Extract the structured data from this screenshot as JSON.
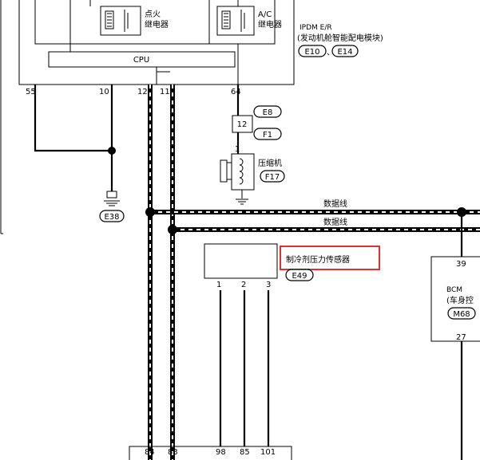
{
  "ipdm": {
    "title": "IPDM E/R",
    "subtitle": "(发动机舱智能配电模块)",
    "connectors": [
      "E10",
      "E14"
    ],
    "connector_sep": "、",
    "cpu_label": "CPU",
    "relays": [
      {
        "line1": "点火",
        "line2": "继电器"
      },
      {
        "line1": "A/C",
        "line2": "继电器"
      }
    ],
    "pins": [
      "55",
      "10",
      "12",
      "11",
      "64"
    ]
  },
  "ground": {
    "connector": "E38"
  },
  "fuse": {
    "pin": "12",
    "connectors": [
      "E8",
      "F1"
    ]
  },
  "compressor": {
    "pin": "1",
    "label": "压缩机",
    "connector": "F17"
  },
  "bus": {
    "line1": "数据线",
    "line2": "数据线"
  },
  "sensor": {
    "label": "制冷剂压力传感器",
    "connector": "E49",
    "pins": [
      "1",
      "2",
      "3"
    ],
    "highlight_color": "#e03030"
  },
  "bcm": {
    "title": "BCM",
    "subtitle": "(车身控",
    "connector": "M68",
    "pins": [
      "39",
      "27"
    ]
  },
  "bottom_pins": [
    "84",
    "83",
    "98",
    "85",
    "101"
  ]
}
